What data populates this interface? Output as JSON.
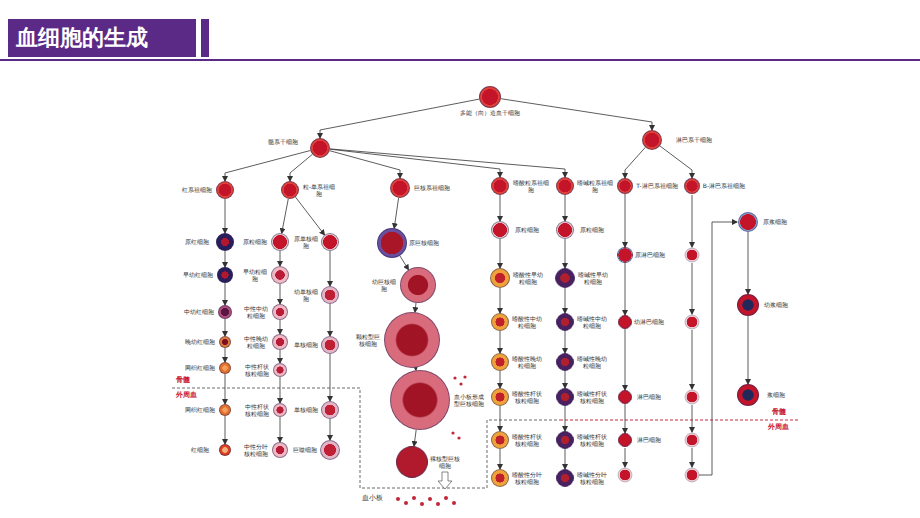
{
  "diagram": {
    "title": "血细胞的生成",
    "nodes": [
      {
        "text": [
          "多能（向）造血干细胞"
        ]
      },
      {
        "text": [
          "髓系干细胞"
        ]
      },
      {
        "text": [
          "淋巴系干细胞"
        ]
      },
      {
        "text": [
          "红系祖细胞"
        ]
      },
      {
        "text": [
          "粒-单系祖细胞"
        ]
      },
      {
        "text": [
          "巨核系祖细胞"
        ]
      },
      {
        "text": [
          "嗜酸粒系祖细胞"
        ]
      },
      {
        "text": [
          "嗜碱粒系祖细胞"
        ]
      },
      {
        "text": [
          "T-淋巴系祖细胞"
        ]
      },
      {
        "text": [
          "B-淋巴系祖细胞"
        ]
      },
      {
        "text": [
          "原红细胞"
        ]
      },
      {
        "text": [
          "早幼红细胞"
        ]
      },
      {
        "text": [
          "中幼红细胞"
        ]
      },
      {
        "text": [
          "晚幼红细胞"
        ]
      },
      {
        "text": [
          "网织红细胞"
        ]
      },
      {
        "text": [
          "网织红细胞"
        ]
      },
      {
        "text": [
          "红细胞"
        ]
      },
      {
        "text": [
          "原粒细胞"
        ]
      },
      {
        "text": [
          "早幼粒细胞"
        ]
      },
      {
        "text": [
          "中性中幼粒细胞"
        ]
      },
      {
        "text": [
          "中性晚幼粒细胞"
        ]
      },
      {
        "text": [
          "中性杆状核粒细胞"
        ]
      },
      {
        "text": [
          "中性杆状核粒细胞"
        ]
      },
      {
        "text": [
          "中性分叶核粒细胞"
        ]
      },
      {
        "text": [
          "原单核细胞"
        ]
      },
      {
        "text": [
          "幼单核细胞"
        ]
      },
      {
        "text": [
          "单核细胞"
        ]
      },
      {
        "text": [
          "单核细胞"
        ]
      },
      {
        "text": [
          "巨噬细胞"
        ]
      },
      {
        "text": [
          "原巨核细胞"
        ]
      },
      {
        "text": [
          "幼巨核细胞"
        ]
      },
      {
        "text": [
          "颗粒型巨核细胞"
        ]
      },
      {
        "text": [
          "血小板形成型巨核细胞"
        ]
      },
      {
        "text": [
          "裸核型巨核细胞"
        ]
      },
      {
        "text": [
          "原粒细胞"
        ]
      },
      {
        "text": [
          "嗜酸性早幼粒细胞"
        ]
      },
      {
        "text": [
          "嗜酸性中幼粒细胞"
        ]
      },
      {
        "text": [
          "嗜酸性晚幼粒细胞"
        ]
      },
      {
        "text": [
          "嗜酸性杆状核粒细胞"
        ]
      },
      {
        "text": [
          "嗜酸性杆状核粒细胞"
        ]
      },
      {
        "text": [
          "嗜酸性分叶核粒细胞"
        ]
      },
      {
        "text": [
          "原粒细胞"
        ]
      },
      {
        "text": [
          "嗜碱性早幼粒细胞"
        ]
      },
      {
        "text": [
          "嗜碱性中幼粒细胞"
        ]
      },
      {
        "text": [
          "嗜碱性晚幼粒细胞"
        ]
      },
      {
        "text": [
          "嗜碱性杆状核粒细胞"
        ]
      },
      {
        "text": [
          "嗜碱性杆状核粒细胞"
        ]
      },
      {
        "text": [
          "嗜碱性分叶核粒细胞"
        ]
      },
      {
        "text": [
          "原淋巴细胞"
        ]
      },
      {
        "text": [
          "幼淋巴细胞"
        ]
      },
      {
        "text": [
          "淋巴细胞"
        ]
      },
      {
        "text": [
          "淋巴细胞"
        ]
      },
      {
        "text": [
          "原浆细胞"
        ]
      },
      {
        "text": [
          "幼浆细胞"
        ]
      },
      {
        "text": [
          "浆细胞"
        ]
      }
    ],
    "edges": [
      {
        "from": 0,
        "to": 1,
        "arrow": "to"
      },
      {
        "from": 0,
        "to": 2,
        "arrow": "to"
      },
      {
        "from": 1,
        "to": 3,
        "arrow": "to"
      },
      {
        "from": 1,
        "to": 4,
        "arrow": "to"
      },
      {
        "from": 1,
        "to": 5,
        "arrow": "to"
      },
      {
        "from": 1,
        "to": 6,
        "arrow": "to"
      },
      {
        "from": 1,
        "to": 7,
        "arrow": "to"
      },
      {
        "from": 2,
        "to": 8,
        "arrow": "to"
      },
      {
        "from": 2,
        "to": 9,
        "arrow": "to"
      },
      {
        "from": 3,
        "to": 10,
        "arrow": "to"
      },
      {
        "from": 10,
        "to": 11,
        "arrow": "to"
      },
      {
        "from": 11,
        "to": 12,
        "arrow": "to"
      },
      {
        "from": 12,
        "to": 13,
        "arrow": "to"
      },
      {
        "from": 13,
        "to": 14,
        "arrow": "to"
      },
      {
        "from": 14,
        "to": 15,
        "arrow": "to"
      },
      {
        "from": 15,
        "to": 16,
        "arrow": "to"
      },
      {
        "from": 4,
        "to": 17,
        "arrow": "to"
      },
      {
        "from": 17,
        "to": 18,
        "arrow": "to"
      },
      {
        "from": 18,
        "to": 19,
        "arrow": "to"
      },
      {
        "from": 19,
        "to": 20,
        "arrow": "to"
      },
      {
        "from": 20,
        "to": 21,
        "arrow": "to"
      },
      {
        "from": 21,
        "to": 22,
        "arrow": "to"
      },
      {
        "from": 22,
        "to": 23,
        "arrow": "to"
      },
      {
        "from": 4,
        "to": 24,
        "arrow": "to"
      },
      {
        "from": 24,
        "to": 25,
        "arrow": "to"
      },
      {
        "from": 25,
        "to": 26,
        "arrow": "to"
      },
      {
        "from": 26,
        "to": 27,
        "arrow": "to"
      },
      {
        "from": 27,
        "to": 28,
        "arrow": "to"
      },
      {
        "from": 5,
        "to": 29,
        "arrow": "to"
      },
      {
        "from": 29,
        "to": 30,
        "arrow": "to"
      },
      {
        "from": 30,
        "to": 31,
        "arrow": "to"
      },
      {
        "from": 31,
        "to": 32,
        "arrow": "to"
      },
      {
        "from": 32,
        "to": 33,
        "arrow": "to"
      },
      {
        "from": 6,
        "to": 34,
        "arrow": "to"
      },
      {
        "from": 34,
        "to": 35,
        "arrow": "to"
      },
      {
        "from": 35,
        "to": 36,
        "arrow": "to"
      },
      {
        "from": 36,
        "to": 37,
        "arrow": "to"
      },
      {
        "from": 37,
        "to": 38,
        "arrow": "to"
      },
      {
        "from": 38,
        "to": 39,
        "arrow": "to"
      },
      {
        "from": 39,
        "to": 40,
        "arrow": "to"
      },
      {
        "from": 7,
        "to": 41,
        "arrow": "to"
      },
      {
        "from": 41,
        "to": 42,
        "arrow": "to"
      },
      {
        "from": 42,
        "to": 43,
        "arrow": "to"
      },
      {
        "from": 43,
        "to": 44,
        "arrow": "to"
      },
      {
        "from": 44,
        "to": 45,
        "arrow": "to"
      },
      {
        "from": 45,
        "to": 46,
        "arrow": "to"
      },
      {
        "from": 46,
        "to": 47,
        "arrow": "to"
      },
      {
        "from": 8,
        "to": 48,
        "arrow": "to"
      },
      {
        "from": 48,
        "to": 49,
        "arrow": "to"
      },
      {
        "from": 49,
        "to": 50,
        "arrow": "to"
      },
      {
        "from": 50,
        "to": 51,
        "arrow": "to"
      },
      {
        "from": 52,
        "to": 53,
        "arrow": "to"
      },
      {
        "from": 53,
        "to": 54,
        "arrow": "to"
      }
    ],
    "labels": [
      "骨髓",
      "外周血",
      "骨髓",
      "外周血",
      "血小板"
    ]
  }
}
